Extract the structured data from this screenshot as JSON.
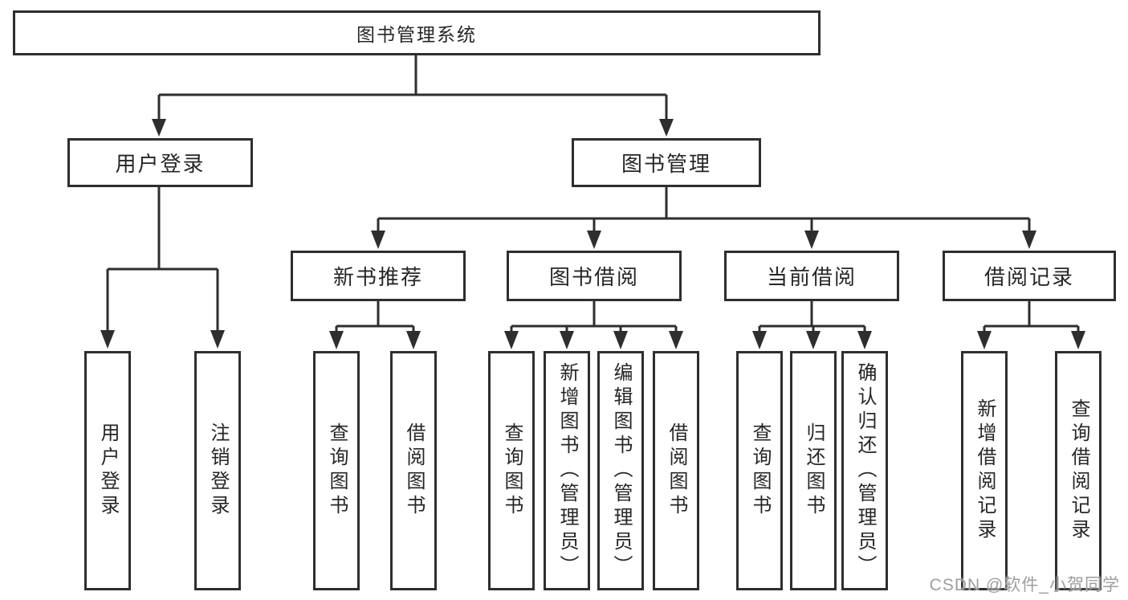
{
  "diagram": {
    "type": "tree",
    "tree": {
      "label": "图书管理系统",
      "children": [
        {
          "label": "用户登录",
          "children": [
            {
              "label": "用户登录"
            },
            {
              "label": "注销登录"
            }
          ]
        },
        {
          "label": "图书管理",
          "children": [
            {
              "label": "新书推荐",
              "children": [
                {
                  "label": "查询图书"
                },
                {
                  "label": "借阅图书"
                }
              ]
            },
            {
              "label": "图书借阅",
              "children": [
                {
                  "label": "查询图书"
                },
                {
                  "label": "新增图书（管理员）"
                },
                {
                  "label": "编辑图书（管理员）"
                },
                {
                  "label": "借阅图书"
                }
              ]
            },
            {
              "label": "当前借阅",
              "children": [
                {
                  "label": "查询图书"
                },
                {
                  "label": "归还图书"
                },
                {
                  "label": "确认归还（管理员）"
                }
              ]
            },
            {
              "label": "借阅记录",
              "children": [
                {
                  "label": "新增借阅记录"
                },
                {
                  "label": "查询借阅记录"
                }
              ]
            }
          ]
        }
      ]
    },
    "colors": {
      "line": "#2e2e2e",
      "box_border": "#2e2e2e",
      "text": "#262626",
      "background": "#ffffff",
      "watermark": "#9e9e9e"
    }
  },
  "watermark": {
    "text": "CSDN @软件_小贺同学"
  }
}
